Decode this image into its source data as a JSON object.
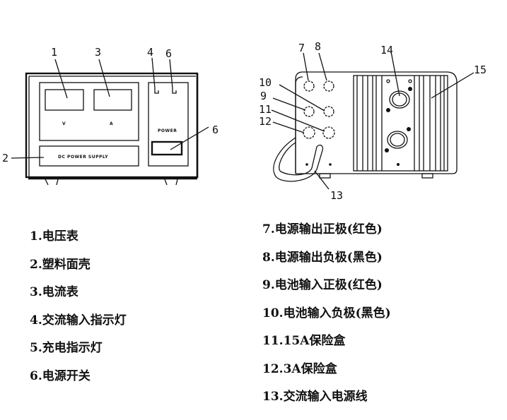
{
  "front_panel": {
    "callouts": [
      "1",
      "2",
      "3",
      "4",
      "6",
      "6"
    ],
    "meter_labels": [
      "V",
      "A"
    ],
    "panel_text": "DC POWER SUPPLY",
    "switch_label": "POWER"
  },
  "back_panel": {
    "callouts": [
      "7",
      "8",
      "10",
      "9",
      "11",
      "12",
      "13",
      "14",
      "15"
    ]
  },
  "legend_left": [
    "1.电压表",
    "2.塑料面壳",
    "3.电流表",
    "4.交流输入指示灯",
    "5.充电指示灯",
    "6.电源开关"
  ],
  "legend_right": [
    "7.电源输出正极(红色)",
    "8.电源输出负极(黑色)",
    "9.电池输入正极(红色)",
    "10.电池输入负极(黑色)",
    "11.15A保险盒",
    "12.3A保险盒",
    "13.交流输入电源线"
  ]
}
